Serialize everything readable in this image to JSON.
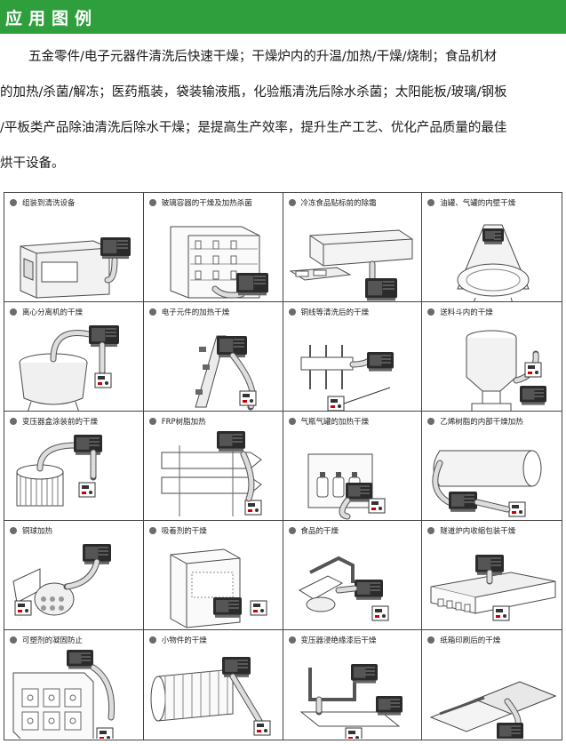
{
  "header": {
    "title": "应用图例"
  },
  "intro": {
    "lines": [
      "五金零件/电子元器件清洗后快速干燥；干燥炉内的升温/加热/干燥/烧制；食品机材",
      "的加热/杀菌/解冻；医药瓶装，袋装输液瓶，化验瓶清洗后除水杀菌；太阳能板/玻璃/钢板",
      "/平板类产品除油清洗后除水干燥；是提高生产效率，提升生产工艺、优化产品质量的最佳",
      "烘干设备。"
    ]
  },
  "items": [
    {
      "label": "组装到清洗设备",
      "icon": "washing-machine"
    },
    {
      "label": "玻璃容器的干燥及加热杀菌",
      "icon": "shelf-rack"
    },
    {
      "label": "冷冻食品贴标前的除霜",
      "icon": "conveyor"
    },
    {
      "label": "油罐、气罐的内壁干燥",
      "icon": "tank"
    },
    {
      "label": "离心分离机的干燥",
      "icon": "centrifuge"
    },
    {
      "label": "电子元件的加热干燥",
      "icon": "circuit-board"
    },
    {
      "label": "铜线等清洗后的干燥",
      "icon": "copper-wire"
    },
    {
      "label": "送料斗内的干燥",
      "icon": "hopper"
    },
    {
      "label": "变压器盒涂装前的干燥",
      "icon": "transformer"
    },
    {
      "label": "FRP树脂加热",
      "icon": "frp-mold"
    },
    {
      "label": "气瓶气罐的加热干燥",
      "icon": "gas-cylinders"
    },
    {
      "label": "乙烯树脂的内部干燥加热",
      "icon": "resin-drum"
    },
    {
      "label": "铜球加热",
      "icon": "copper-ball-drum"
    },
    {
      "label": "吸着剂的干燥",
      "icon": "adsorbent-box"
    },
    {
      "label": "食品的干燥",
      "icon": "food-trays"
    },
    {
      "label": "隧道炉内收缩包装干燥",
      "icon": "tunnel-oven"
    },
    {
      "label": "可塑剂的凝固防止",
      "icon": "storage-cabinet"
    },
    {
      "label": "小物件的干燥",
      "icon": "rotary-drum"
    },
    {
      "label": "变压器浸绝缘漆后干燥",
      "icon": "dip-tank"
    },
    {
      "label": "纸箱印刷后的干燥",
      "icon": "printing-line"
    }
  ]
}
